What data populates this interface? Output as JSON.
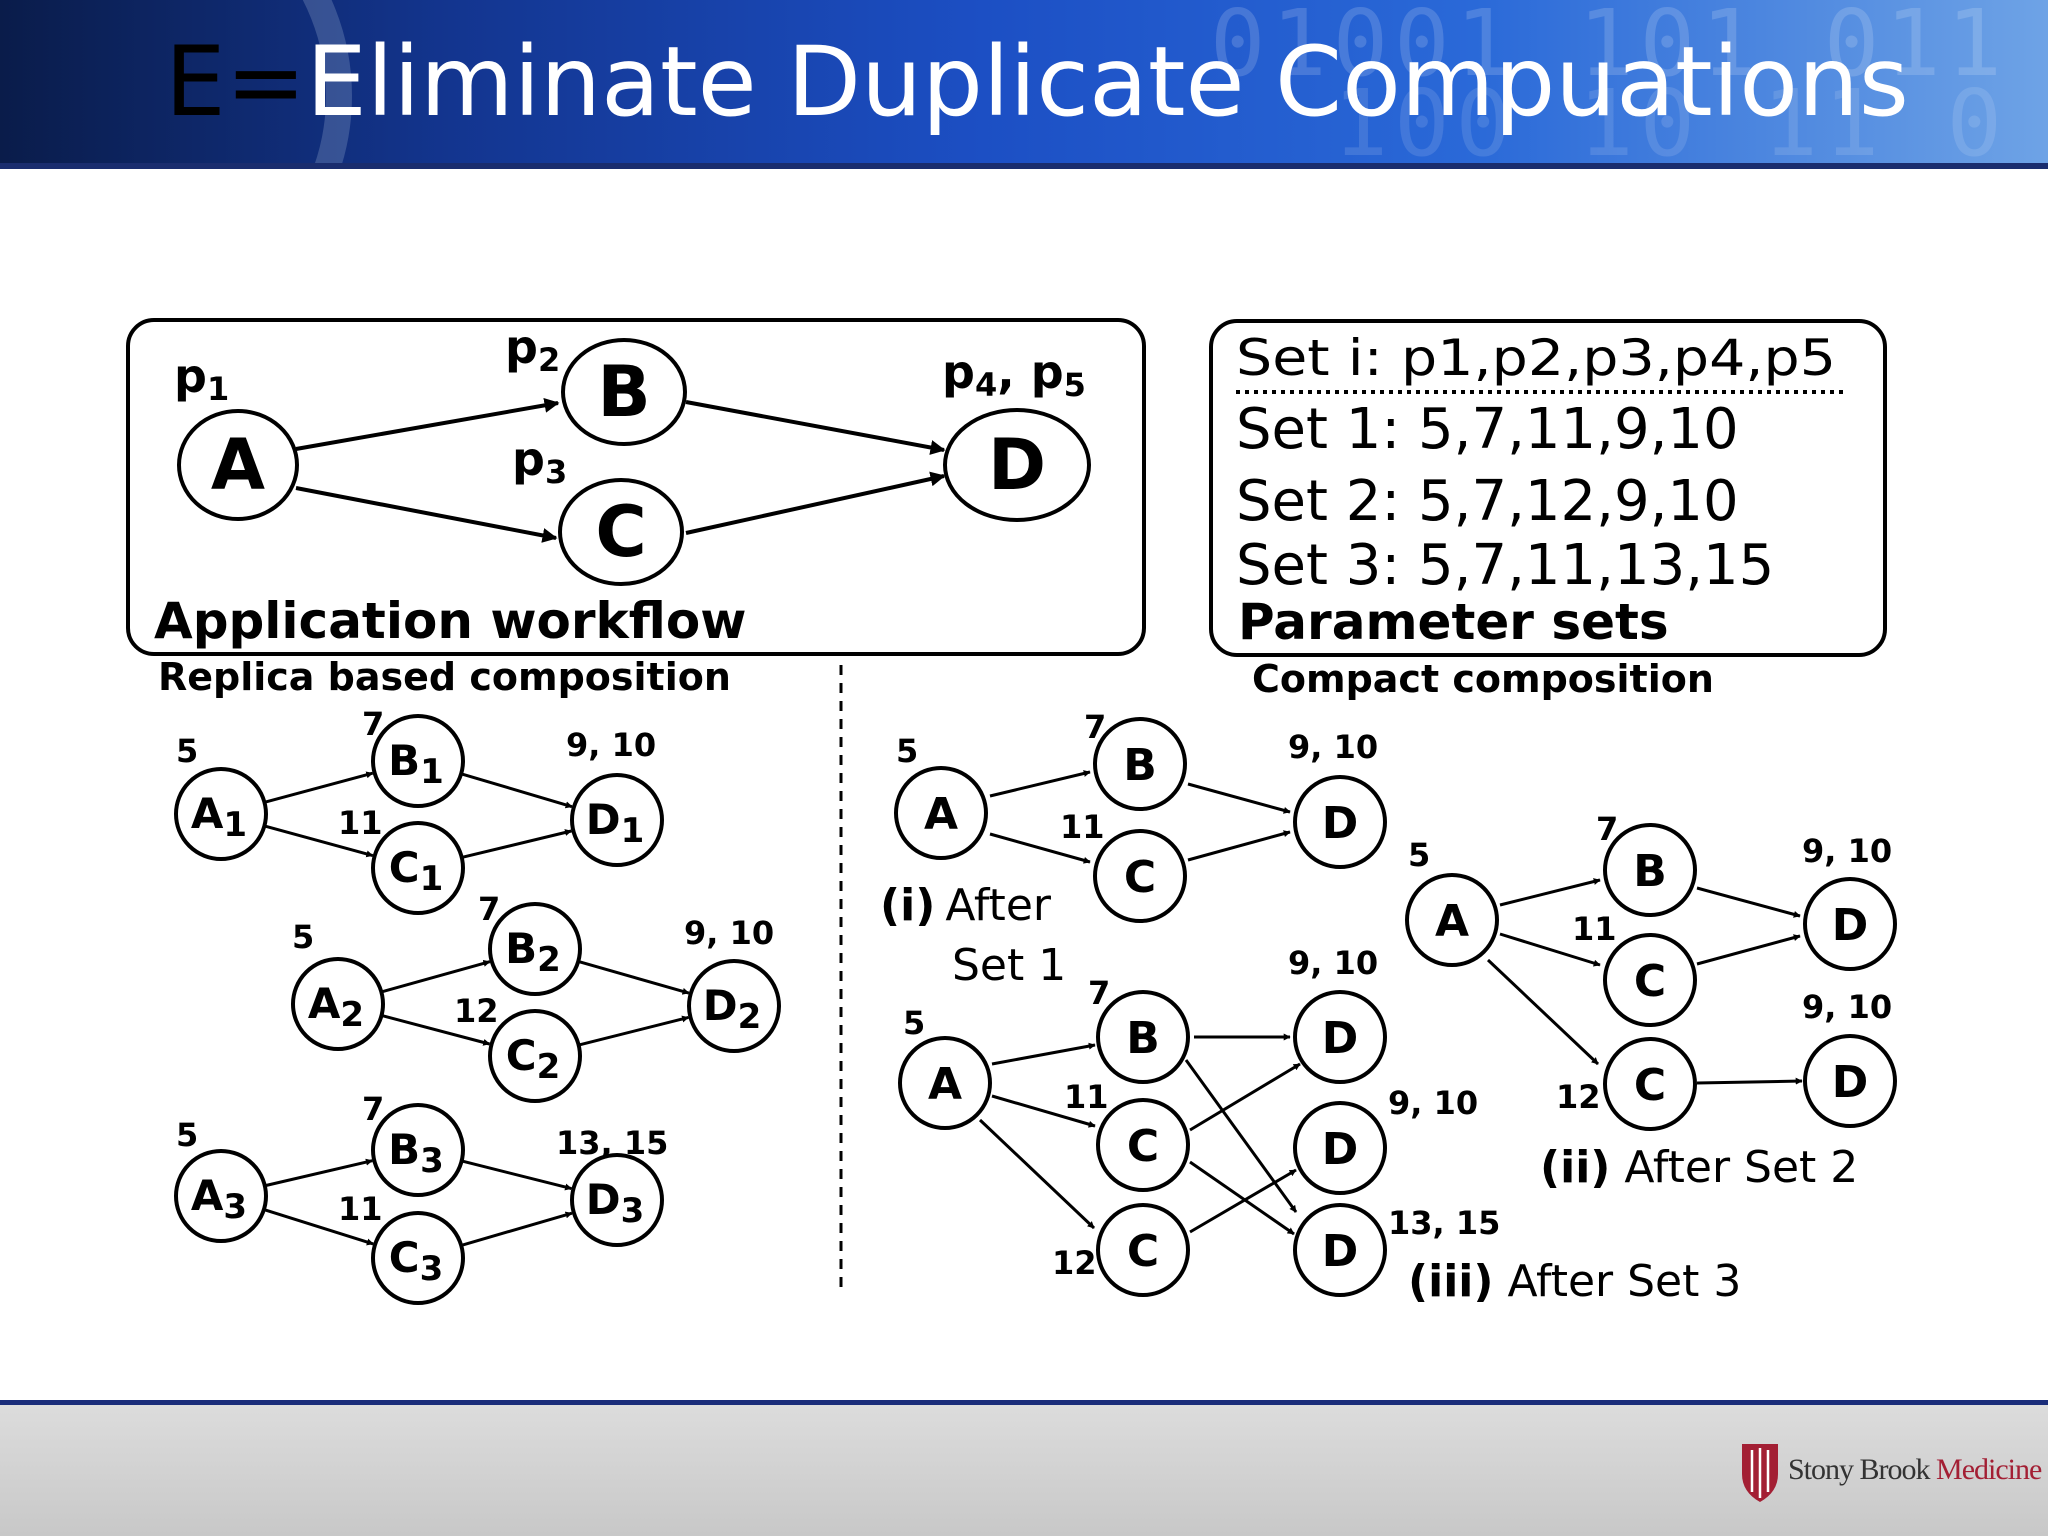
{
  "slide": {
    "title_prefix": "E=",
    "title_rest": "Eliminate Duplicate Compuations",
    "header_decoration_1": "01001 101 011",
    "header_decoration_2": "100 10 11 0"
  },
  "workflow": {
    "caption": "Application workflow",
    "node_a": "A",
    "node_b": "B",
    "node_c": "C",
    "node_d": "D",
    "param_a": "p",
    "param_a_sub": "1",
    "param_b": "p",
    "param_b_sub": "2",
    "param_c": "p",
    "param_c_sub": "3",
    "param_d1": "p",
    "param_d1_sub": "4",
    "param_d_sep": ", ",
    "param_d2": "p",
    "param_d2_sub": "5"
  },
  "parameter_sets": {
    "header": "Set   i: p1,p2,p3,p4,p5",
    "rows": [
      "Set 1: 5,7,11,9,10",
      "Set 2: 5,7,12,9,10",
      "Set 3: 5,7,11,13,15"
    ],
    "caption": "Parameter sets"
  },
  "replica": {
    "caption": "Replica based composition",
    "groups": [
      {
        "a": "A",
        "b": "B",
        "c": "C",
        "d": "D",
        "sub": "1",
        "pa": "5",
        "pb": "7",
        "pc": "11",
        "pd": "9, 10"
      },
      {
        "a": "A",
        "b": "B",
        "c": "C",
        "d": "D",
        "sub": "2",
        "pa": "5",
        "pb": "7",
        "pc": "12",
        "pd": "9, 10"
      },
      {
        "a": "A",
        "b": "B",
        "c": "C",
        "d": "D",
        "sub": "3",
        "pa": "5",
        "pb": "7",
        "pc": "11",
        "pd": "13, 15"
      }
    ]
  },
  "compact": {
    "caption": "Compact composition",
    "panel_i": {
      "label_bold": "(i)",
      "label_rest": "After",
      "label_line2": "Set 1",
      "pa": "5",
      "pb": "7",
      "pc": "11",
      "pd": "9, 10"
    },
    "panel_ii": {
      "label_bold": "(ii)",
      "label_rest": "After Set 2",
      "pa": "5",
      "pb": "7",
      "pc1": "11",
      "pc2": "12",
      "pd1": "9, 10",
      "pd2": "9, 10"
    },
    "panel_iii": {
      "label_bold": "(iii)",
      "label_rest": "After Set 3",
      "pa": "5",
      "pb": "7",
      "pc1": "11",
      "pc2": "12",
      "pd1": "9, 10",
      "pd2": "9, 10",
      "pd3": "13, 15"
    },
    "node_a": "A",
    "node_b": "B",
    "node_c": "C",
    "node_d": "D"
  },
  "footer": {
    "logo_part1": "Stony Brook ",
    "logo_part2": "Medicine",
    "brand_color": "#a31f34"
  }
}
